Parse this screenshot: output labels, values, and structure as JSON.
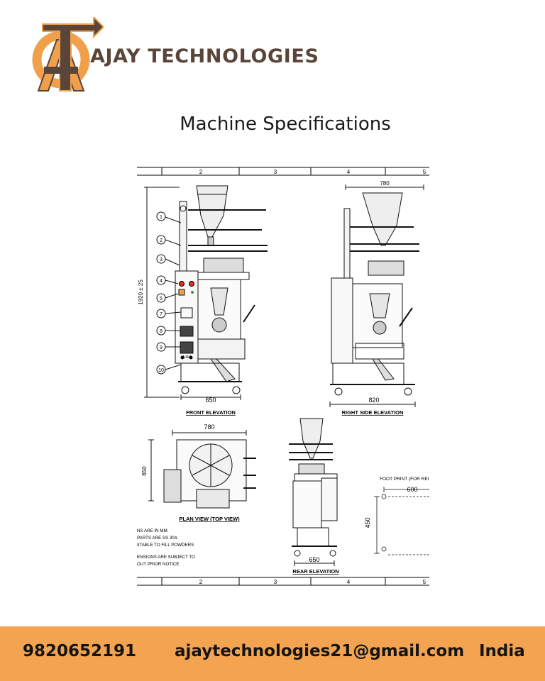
{
  "brand": {
    "name": "AJAY TECHNOLOGIES"
  },
  "heading": "Machine Specifications",
  "drawing": {
    "grid_labels": [
      "2",
      "3",
      "4",
      "5"
    ],
    "callouts": [
      "1",
      "2",
      "3",
      "4",
      "5",
      "7",
      "8",
      "9",
      "10"
    ],
    "dims": {
      "front_height": "1920 ± 25",
      "front_width": "650",
      "side_top": "780",
      "side_bottom": "820",
      "plan_width": "780",
      "plan_depth": "650",
      "rear_width": "650",
      "footprint_width": "600",
      "footprint_depth": "450"
    },
    "panel_logo": "AJAY",
    "view_labels": {
      "front": "FRONT ELEVATION",
      "side": "RIGHT SIDE ELEVATION",
      "plan": "PLAN VIEW (TOP VIEW)",
      "rear": "REAR ELEVATION"
    },
    "footprint_label": "FOOT PRINT (FOR REI",
    "notes": [
      "NS ARE IN MM.",
      "PARTS ARE SS 304.",
      "IITABLE TO FILL POWDERS",
      "ENSIONS ARE SUBJECT TO",
      "OUT PRIOR NOTICE."
    ]
  },
  "footer": {
    "phone": "9820652191",
    "email": "ajaytechnologies21@gmail.com",
    "country": "India"
  },
  "colors": {
    "footer_bg": "#f4a450",
    "logo_orange": "#f0a04b",
    "logo_brown": "#5a4538"
  }
}
